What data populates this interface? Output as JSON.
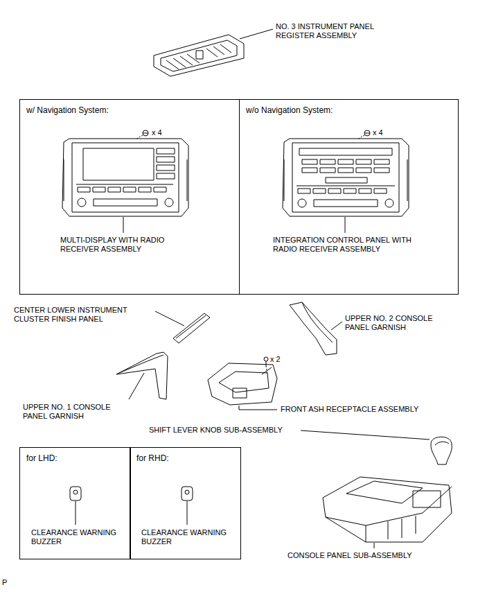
{
  "diagram": {
    "nodes": [
      {
        "text": [
          "w/ Navigation System:",
          "x 4",
          "MULTI-DISPLAY WITH RADIO RECEIVER ASSEMBLY"
        ]
      },
      {
        "text": [
          "w/o Navigation System:",
          "x 4",
          "INTEGRATION CONTROL PANEL WITH RADIO RECEIVER ASSEMBLY"
        ]
      },
      {
        "text": [
          "for LHD:",
          "CLEARANCE WARNING BUZZER"
        ]
      },
      {
        "text": [
          "for RHD:",
          "CLEARANCE WARNING BUZZER"
        ]
      }
    ],
    "labels": [
      "NO. 3 INSTRUMENT PANEL REGISTER ASSEMBLY",
      "CENTER LOWER INSTRUMENT CLUSTER FINISH PANEL",
      "UPPER NO. 2 CONSOLE PANEL GARNISH",
      "x 2",
      "UPPER NO. 1 CONSOLE PANEL GARNISH",
      "FRONT ASH RECEPTACLE ASSEMBLY",
      "SHIFT LEVER KNOB SUB-ASSEMBLY",
      "CONSOLE PANEL SUB-ASSEMBLY",
      "P"
    ]
  }
}
